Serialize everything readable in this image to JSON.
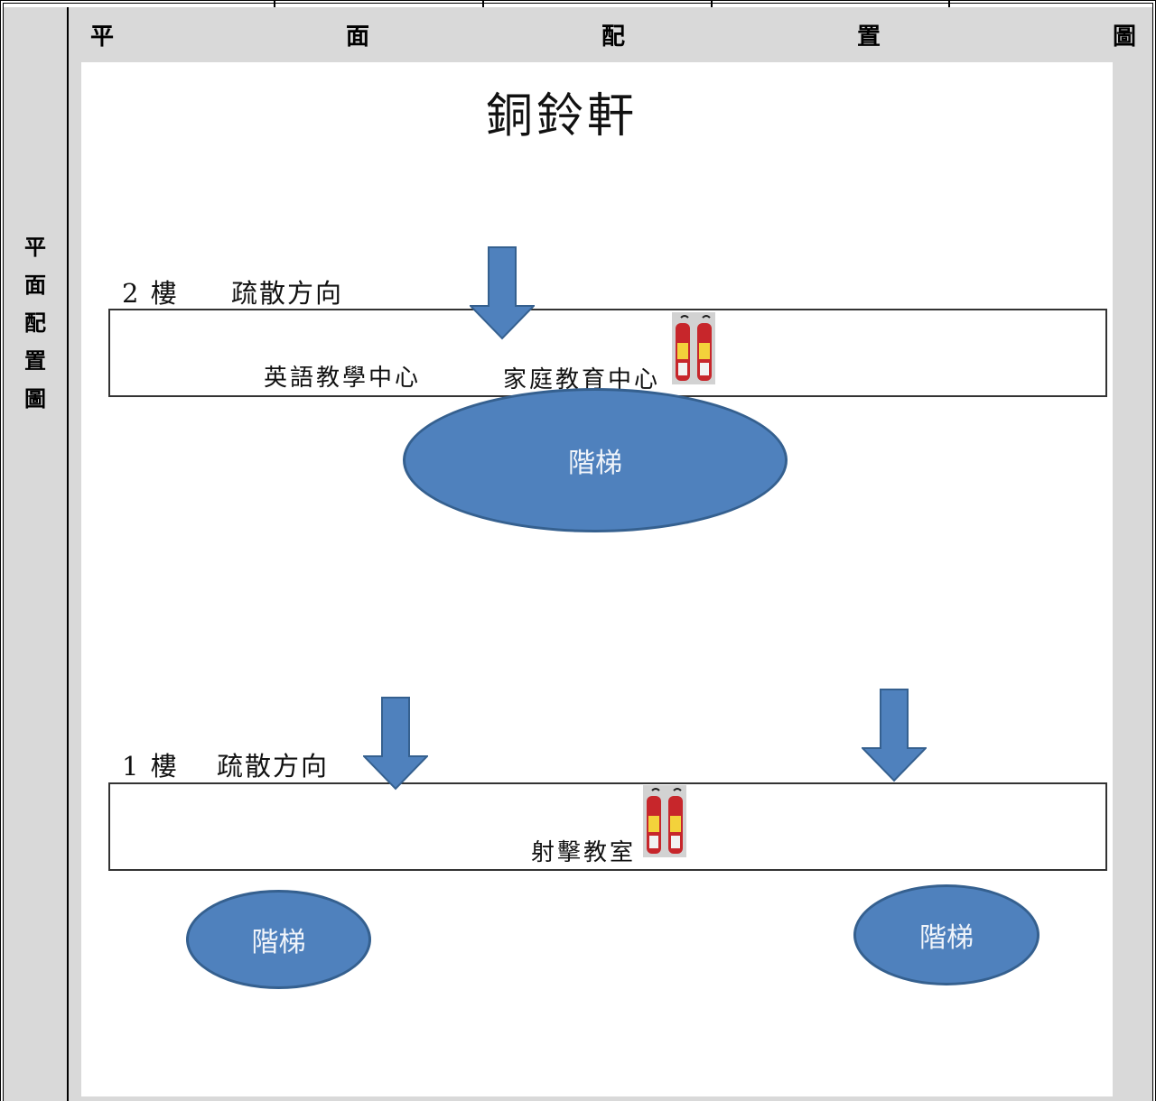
{
  "header": {
    "chars": [
      "平",
      "面",
      "配",
      "置",
      "圖"
    ]
  },
  "side_label": {
    "chars": [
      "平",
      "面",
      "配",
      "置",
      "圖"
    ]
  },
  "plan": {
    "title": "銅鈴軒",
    "floor2": {
      "label": "2 樓",
      "direction_label": "疏散方向",
      "rooms": [
        "英語教學中心",
        "家庭教育中心"
      ],
      "stairs_label": "階梯"
    },
    "floor1": {
      "label": "1 樓",
      "direction_label": "疏散方向",
      "rooms": [
        "射擊教室"
      ],
      "stairs_left_label": "階梯",
      "stairs_right_label": "階梯"
    }
  },
  "icons": [
    "arrow-down-icon",
    "fire-extinguisher-icon"
  ],
  "colors": {
    "shape_fill": "#4f81bd",
    "shape_border": "#35608f",
    "cell_gray": "#d9d9d9"
  }
}
